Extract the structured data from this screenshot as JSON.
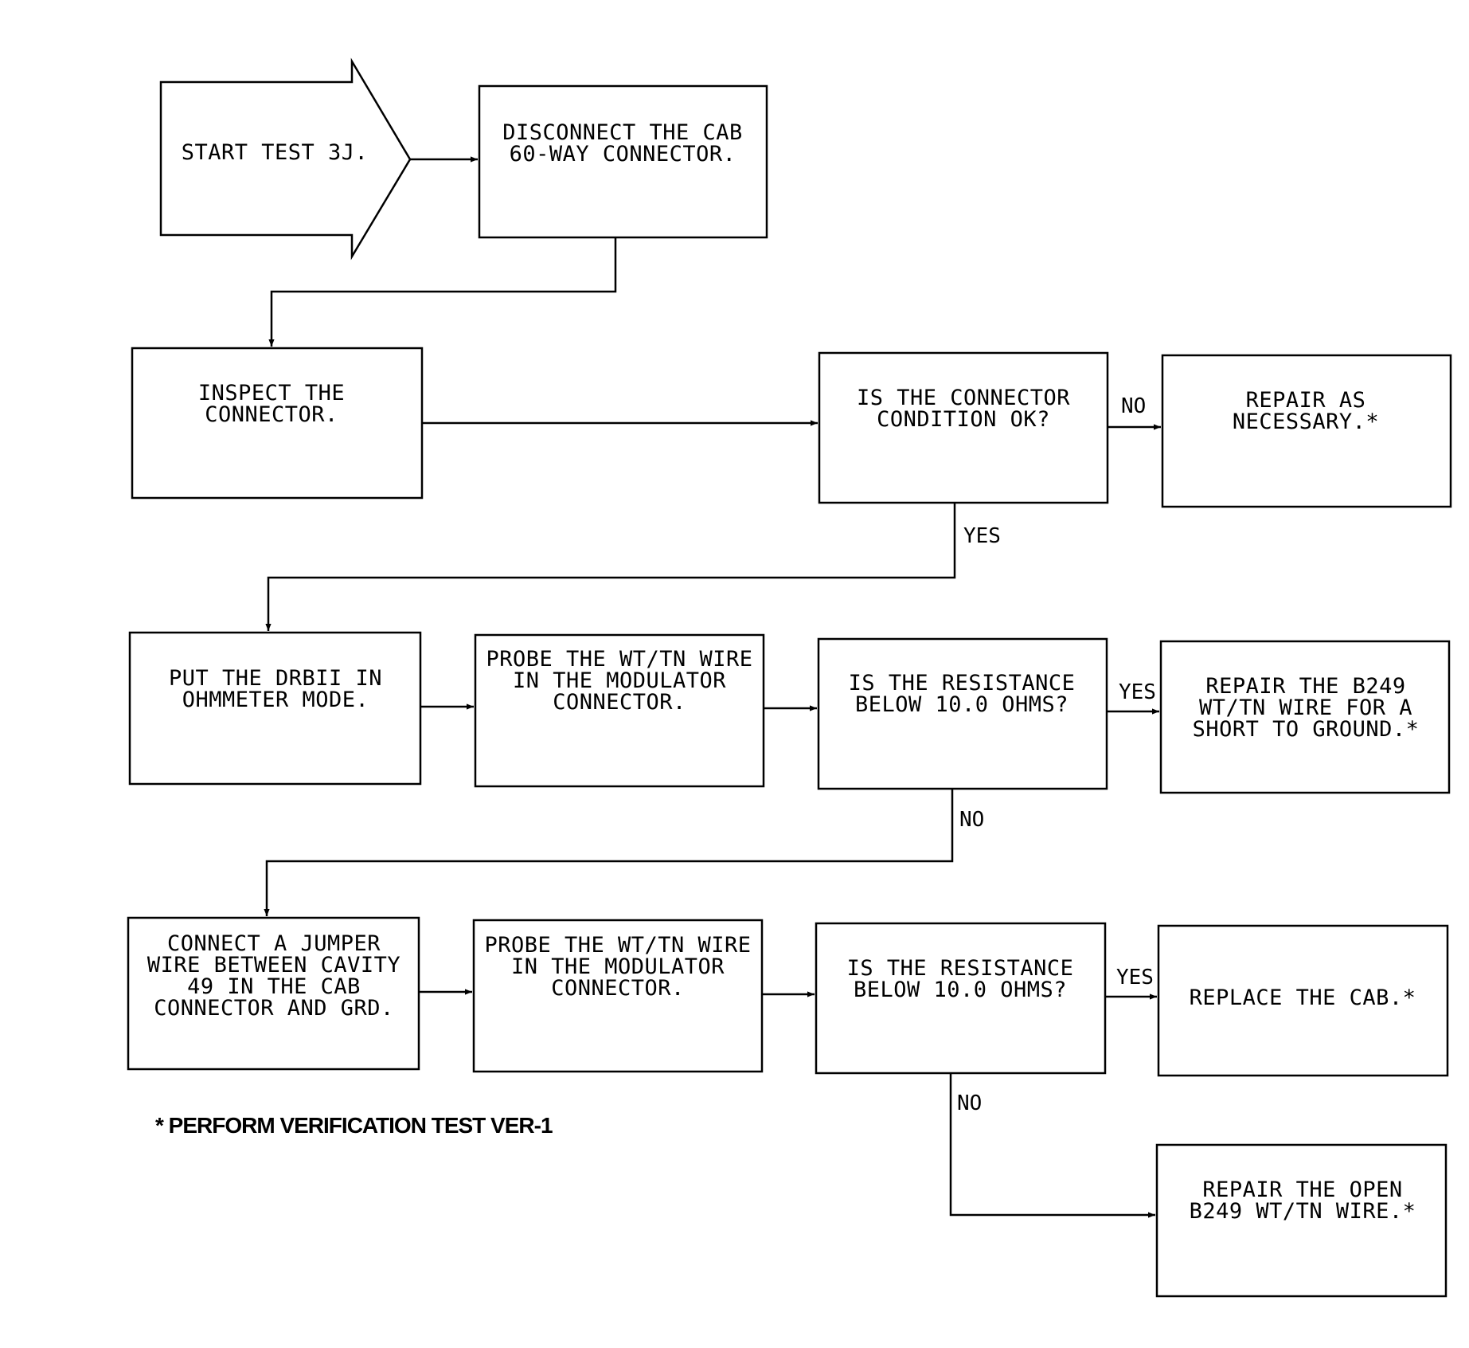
{
  "colors": {
    "ink": "#000000",
    "paper": "#ffffff"
  },
  "nodes": {
    "start": {
      "lines": [
        "START TEST 3J."
      ]
    },
    "disconnect": {
      "lines": [
        "DISCONNECT THE CAB",
        "60-WAY CONNECTOR."
      ]
    },
    "inspect": {
      "lines": [
        "INSPECT THE",
        "CONNECTOR."
      ]
    },
    "q_condition": {
      "lines": [
        "IS THE CONNECTOR",
        "CONDITION OK?"
      ]
    },
    "repair_necessary": {
      "lines": [
        "REPAIR AS",
        "NECESSARY.*"
      ]
    },
    "drbii": {
      "lines": [
        "PUT THE DRBII IN",
        "OHMMETER MODE."
      ]
    },
    "probe1": {
      "lines": [
        "PROBE THE WT/TN WIRE",
        "IN THE MODULATOR",
        "CONNECTOR."
      ]
    },
    "q_resistance1": {
      "lines": [
        "IS THE RESISTANCE",
        "BELOW 10.0 OHMS?"
      ]
    },
    "repair_short": {
      "lines": [
        "REPAIR THE B249",
        "WT/TN WIRE FOR A",
        "SHORT TO GROUND.*"
      ]
    },
    "jumper": {
      "lines": [
        "CONNECT A JUMPER",
        "WIRE BETWEEN CAVITY",
        "49 IN THE CAB",
        "CONNECTOR AND GRD."
      ]
    },
    "probe2": {
      "lines": [
        "PROBE THE WT/TN WIRE",
        "IN THE MODULATOR",
        "CONNECTOR."
      ]
    },
    "q_resistance2": {
      "lines": [
        "IS THE RESISTANCE",
        "BELOW 10.0 OHMS?"
      ]
    },
    "replace_cab": {
      "lines": [
        "REPLACE THE CAB.*"
      ]
    },
    "repair_open": {
      "lines": [
        "REPAIR THE OPEN",
        "B249 WT/TN WIRE.*"
      ]
    }
  },
  "edge_labels": {
    "cond_no": "NO",
    "cond_yes": "YES",
    "res1_yes": "YES",
    "res1_no": "NO",
    "res2_yes": "YES",
    "res2_no": "NO"
  },
  "footnote": "* PERFORM VERIFICATION TEST VER-1"
}
